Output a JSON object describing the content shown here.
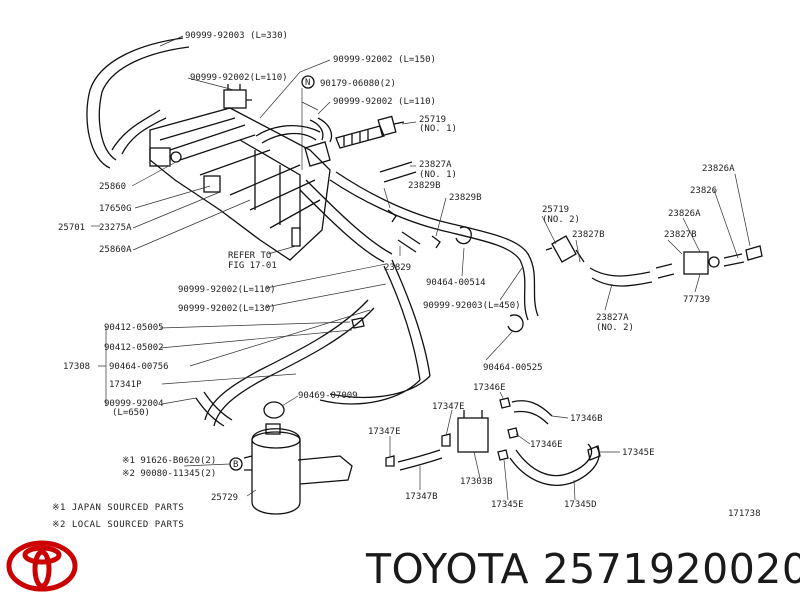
{
  "brand": {
    "name": "TOYOTA",
    "part_number": "2571920020",
    "logo_color": "#cc0000"
  },
  "diagram": {
    "figure_code": "171738",
    "refer_to": [
      "REFER TO",
      "FIG 17-01"
    ],
    "labels": {
      "hose_330": "90999-92003  (L=330)",
      "hose_150": "90999-92002  (L=150)",
      "hose_110_top": "90999-92002(L=110)",
      "n_mark": "N",
      "part_90179": "90179-06080(2)",
      "hose_110_right": "90999-92002  (L=110)",
      "p25719_top": "25719",
      "p25719_top_no": "(NO. 1)",
      "p23827a": "23827A",
      "p23827a_no": "(NO. 1)",
      "p23829b_a": "23829B",
      "p23829b_b": "23829B",
      "p25860": "25860",
      "p17650g": "17650G",
      "p25701": "25701",
      "p23275a": "23275A",
      "p25860a": "25860A",
      "p23829": "23829",
      "p25719_mid": "25719",
      "p25719_mid_no": "(NO. 2)",
      "p23827b_a": "23827B",
      "p23827b_b": "23827B",
      "p23826a_top": "23826A",
      "p23826": "23826",
      "p23826a_mid": "23826A",
      "p77739": "77739",
      "p23827a_no2": "23827A",
      "p23827a_no2_no": "(NO. 2)",
      "hose_l110_mid": "90999-92002(L=110)",
      "hose_l130": "90999-92002(L=130)",
      "p90464_00514": "90464-00514",
      "hose_l450": "90999-92003(L=450)",
      "p90464_00525": "90464-00525",
      "p90412_05005": "90412-05005",
      "p90412_05002": "90412-05002",
      "p17308": "17308",
      "p90464_00756": "90464-00756",
      "p17341p": "17341P",
      "hose_90999_92004": "90999-92004",
      "hose_l650": "(L=650)",
      "p90469_07009": "90469-07009",
      "note1_code": "※1 91626-B0620(2)",
      "note2_code": "※2 90080-11345(2)",
      "b_mark": "B",
      "p25729": "25729",
      "p17346e_top": "17346E",
      "p17347e_top": "17347E",
      "p17346b": "17346B",
      "p17347e_left": "17347E",
      "p17346e_mid": "17346E",
      "p17345e_right": "17345E",
      "p17347b": "17347B",
      "p17303b": "17303B",
      "p17345e_bottom": "17345E",
      "p17345d": "17345D"
    },
    "notes": [
      "※1  JAPAN SOURCED PARTS",
      "※2  LOCAL SOURCED PARTS"
    ]
  }
}
